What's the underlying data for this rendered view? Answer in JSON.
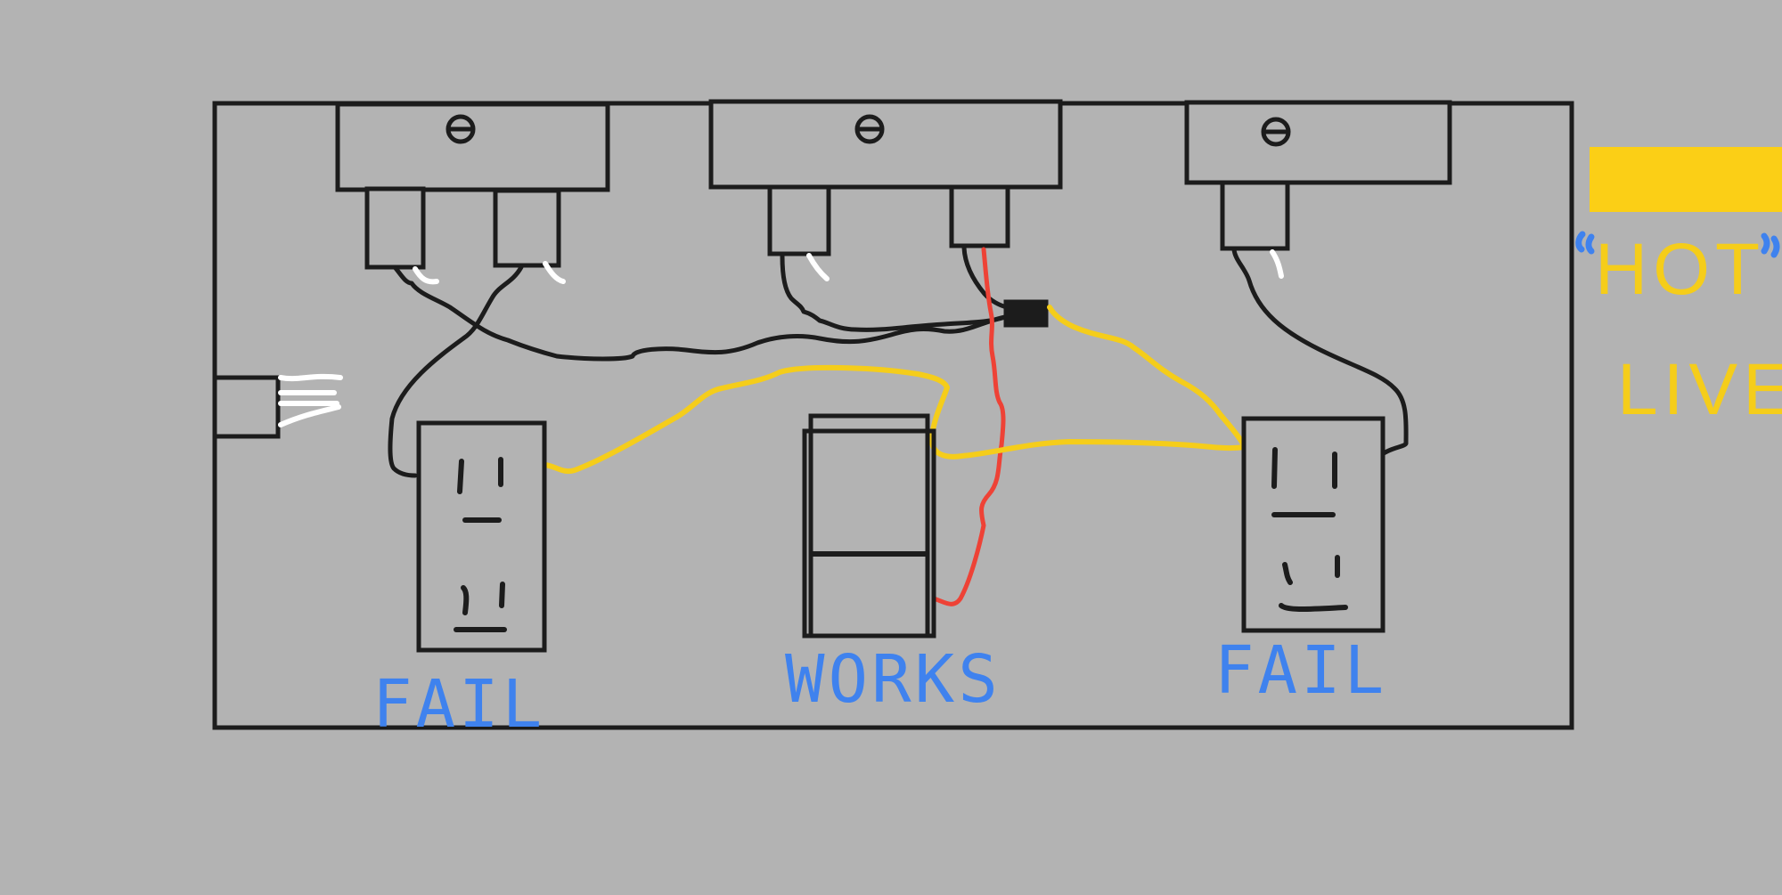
{
  "labels": {
    "left_outlet": "FAIL",
    "middle_switch": "WORKS",
    "right_outlet": "FAIL"
  },
  "side_note": {
    "line1": "HOT",
    "line2": "LIVE"
  },
  "colors": {
    "background": "#b3b3b3",
    "outline": "#1c1c1c",
    "hot_wire": "#f5cd1a",
    "switched_wire": "#ee4236",
    "neutral_mark": "#ffffff",
    "label": "#3f82ee",
    "highlight_swatch": "#fbcf16"
  }
}
